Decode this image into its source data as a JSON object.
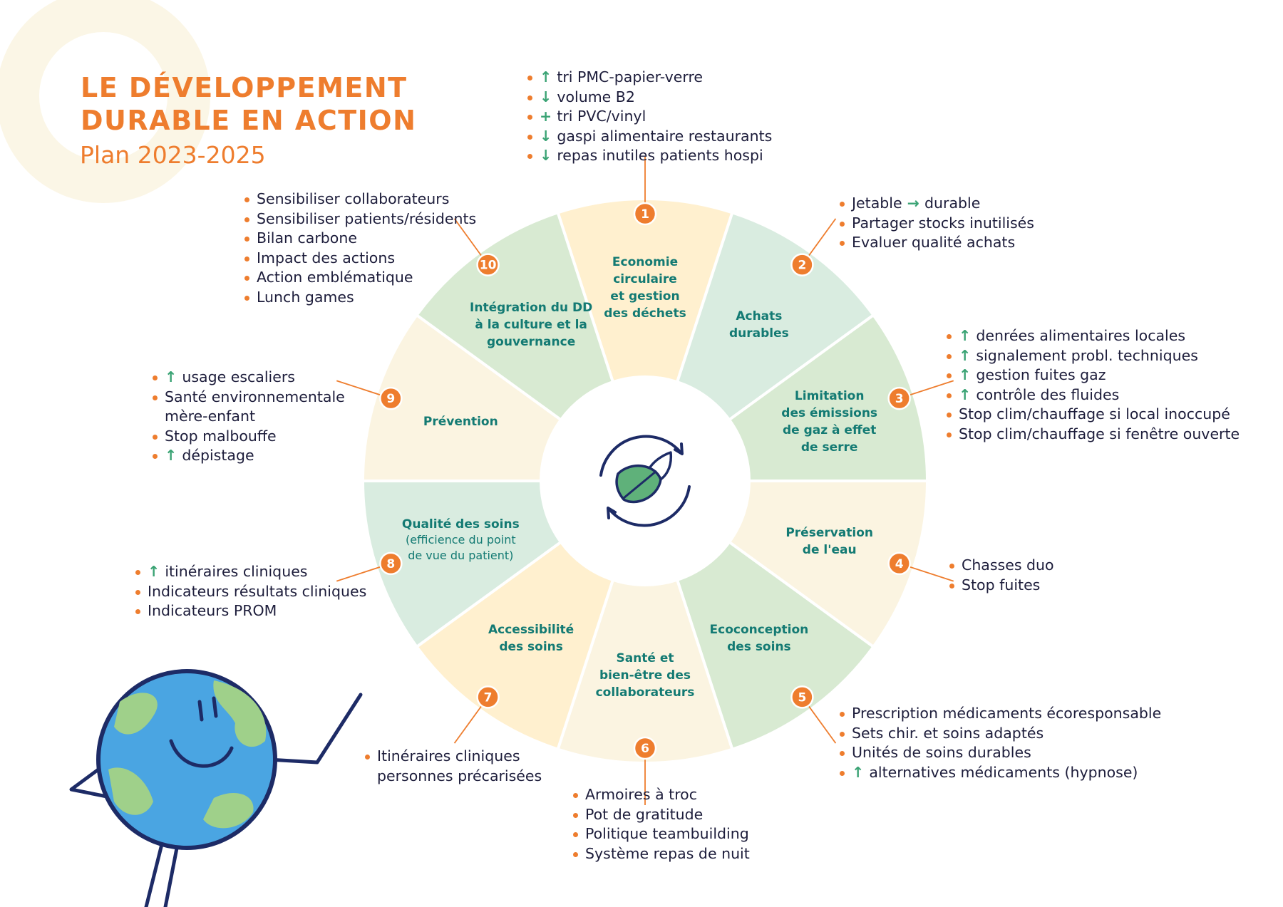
{
  "header": {
    "title_line1": "LE DÉVELOPPEMENT",
    "title_line2": "DURABLE EN ACTION",
    "subtitle": "Plan 2023-2025"
  },
  "colors": {
    "orange": "#ee7d2e",
    "teal_text": "#137a73",
    "navy": "#1d2b66",
    "leaf_green": "#5fb17a",
    "seg_yellow": "#fff0cf",
    "seg_green": "#d8ead2",
    "seg_mint": "#d9ece0",
    "seg_cream": "#fbf4e1",
    "deco_circle": "#fbf6e6",
    "earth_blue": "#4aa5e2",
    "earth_green": "#9fd08a"
  },
  "segments": [
    {
      "number": "1",
      "lines": [
        "Economie",
        "circulaire",
        "et gestion",
        "des déchets"
      ],
      "sub": []
    },
    {
      "number": "2",
      "lines": [
        "Achats",
        "durables"
      ],
      "sub": []
    },
    {
      "number": "3",
      "lines": [
        "Limitation",
        "des émissions",
        "de gaz à effet",
        "de serre"
      ],
      "sub": []
    },
    {
      "number": "4",
      "lines": [
        "Préservation",
        "de l'eau"
      ],
      "sub": []
    },
    {
      "number": "5",
      "lines": [
        "Ecoconception",
        "des soins"
      ],
      "sub": []
    },
    {
      "number": "6",
      "lines": [
        "Santé et",
        "bien-être des",
        "collaborateurs"
      ],
      "sub": []
    },
    {
      "number": "7",
      "lines": [
        "Accessibilité",
        "des soins"
      ],
      "sub": []
    },
    {
      "number": "8",
      "lines": [
        "Qualité des soins"
      ],
      "sub": [
        "(efficience du point",
        "de vue du patient)"
      ]
    },
    {
      "number": "9",
      "lines": [
        "Prévention"
      ],
      "sub": []
    },
    {
      "number": "10",
      "lines": [
        "Intégration du DD",
        "à la culture et la",
        "gouvernance"
      ],
      "sub": []
    }
  ],
  "center_icon": "leaf-recycle-icon",
  "lists": {
    "s1": [
      {
        "icon": "arrow-up",
        "text": "tri PMC-papier-verre"
      },
      {
        "icon": "arrow-down",
        "text": "volume B2"
      },
      {
        "icon": "plus",
        "text": "tri PVC/vinyl"
      },
      {
        "icon": "arrow-down",
        "text": "gaspi alimentaire restaurants"
      },
      {
        "icon": "arrow-down",
        "text": "repas inutiles patients hospi"
      }
    ],
    "s2": [
      {
        "icon": "",
        "text": "Jetable",
        "after_icon": "arrow-right",
        "after": "durable"
      },
      {
        "icon": "",
        "text": "Partager stocks inutilisés"
      },
      {
        "icon": "",
        "text": "Evaluer qualité achats"
      }
    ],
    "s3": [
      {
        "icon": "arrow-up",
        "text": "denrées alimentaires locales"
      },
      {
        "icon": "arrow-up",
        "text": "signalement probl. techniques"
      },
      {
        "icon": "arrow-up",
        "text": "gestion fuites gaz"
      },
      {
        "icon": "arrow-up",
        "text": "contrôle des fluides"
      },
      {
        "icon": "",
        "text": "Stop clim/chauffage si local inoccupé"
      },
      {
        "icon": "",
        "text": "Stop clim/chauffage si fenêtre ouverte"
      }
    ],
    "s4": [
      {
        "icon": "",
        "text": "Chasses duo"
      },
      {
        "icon": "",
        "text": "Stop fuites"
      }
    ],
    "s5": [
      {
        "icon": "",
        "text": "Prescription médicaments écoresponsable"
      },
      {
        "icon": "",
        "text": "Sets chir. et soins adaptés"
      },
      {
        "icon": "",
        "text": "Unités de soins durables"
      },
      {
        "icon": "arrow-up",
        "text": "alternatives médicaments (hypnose)"
      }
    ],
    "s6": [
      {
        "icon": "",
        "text": "Armoires à troc"
      },
      {
        "icon": "",
        "text": "Pot de gratitude"
      },
      {
        "icon": "",
        "text": "Politique teambuilding"
      },
      {
        "icon": "",
        "text": "Système repas de nuit"
      }
    ],
    "s7": [
      {
        "icon": "",
        "text": "Itinéraires cliniques",
        "cont": "personnes précarisées"
      }
    ],
    "s8": [
      {
        "icon": "arrow-up",
        "text": "itinéraires cliniques"
      },
      {
        "icon": "",
        "text": "Indicateurs résultats cliniques"
      },
      {
        "icon": "",
        "text": "Indicateurs PROM"
      }
    ],
    "s9": [
      {
        "icon": "arrow-up",
        "text": "usage escaliers"
      },
      {
        "icon": "",
        "text": "Santé environnementale",
        "cont": "mère-enfant"
      },
      {
        "icon": "",
        "text": "Stop malbouffe"
      },
      {
        "icon": "arrow-up",
        "text": "dépistage"
      }
    ],
    "s10": [
      {
        "icon": "",
        "text": "Sensibiliser collaborateurs"
      },
      {
        "icon": "",
        "text": "Sensibiliser patients/résidents"
      },
      {
        "icon": "",
        "text": "Bilan carbone"
      },
      {
        "icon": "",
        "text": "Impact des actions"
      },
      {
        "icon": "",
        "text": "Action emblématique"
      },
      {
        "icon": "",
        "text": "Lunch games"
      }
    ]
  },
  "mascot": "earth-mascot-icon"
}
